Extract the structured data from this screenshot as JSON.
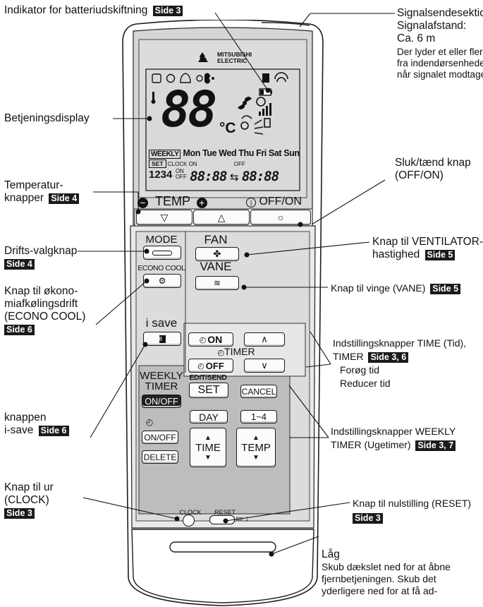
{
  "labels": {
    "battery": {
      "text": "Indikator for batteriudskiftning",
      "ref": "Side 3"
    },
    "signal": {
      "title1": "Signalsendesektion",
      "title2": "Signalafstand:",
      "title3": "Ca. 6 m",
      "note1": "Der lyder et eller flere bip",
      "note2": "fra indendørsenheden,",
      "note3": "når signalet modtages."
    },
    "display": {
      "text": "Betjeningsdisplay"
    },
    "onoff": {
      "line1": "Sluk/tænd knap",
      "line2": "(OFF/ON)"
    },
    "temp": {
      "line1": "Temperatur-",
      "line2": "knapper",
      "ref": "Side 4"
    },
    "mode": {
      "line1": "Drifts-valgknap",
      "ref": "Side 4"
    },
    "fan": {
      "line1": "Knap til VENTILATOR-",
      "line2": "hastighed",
      "ref": "Side 5"
    },
    "vane": {
      "text": "Knap til vinge (VANE)",
      "ref": "Side 5"
    },
    "econo": {
      "line1": "Knap til økono-",
      "line2": "miafkølingsdrift",
      "line3": "(ECONO COOL)",
      "ref": "Side 6"
    },
    "timer": {
      "line1": "Indstillingsknapper TIME (Tid),",
      "line2": "TIMER",
      "ref": "Side 3, 6",
      "up": "Forøg tid",
      "down": "Reducer tid"
    },
    "isave": {
      "line1": "knappen",
      "line2": "i-save",
      "ref": "Side 6"
    },
    "weekly": {
      "line1": "Indstillingsknapper WEEKLY",
      "line2": "TIMER (Ugetimer)",
      "ref": "Side 3, 7"
    },
    "clock": {
      "line1": "Knap til ur",
      "line2": "(CLOCK)",
      "ref": "Side 3"
    },
    "reset": {
      "line1": "Knap til nulstilling (RESET)",
      "ref": "Side 3"
    },
    "lid": {
      "title": "Låg",
      "line1": "Skub dækslet ned for at åbne",
      "line2": "fjernbetjeningen. Skub det",
      "line3": "yderligere ned for at få ad-"
    }
  },
  "remote": {
    "brand1": "MITSUBISHI",
    "brand2": "ELECTRIC",
    "temp_digits": "88",
    "temp_unit": "°C",
    "weekly_tag": "WEEKLY",
    "days": "Mon Tue Wed Thu Fri Sat Sun",
    "set_tag": "SET",
    "clock_on": "CLOCK",
    "on_small": "ON",
    "off_small": "OFF",
    "prog_nums": "1234",
    "time1": "88:88",
    "arrow": "⇆",
    "time2": "88:88",
    "temp_label": "TEMP",
    "onoff_label": "OFF/ON",
    "mode_label": "MODE",
    "fan_label": "FAN",
    "vane_label": "VANE",
    "econo_label": "ECONO COOL",
    "isave_label": "i save",
    "on_btn": "ON",
    "timer_label": "TIMER",
    "off_btn": "OFF",
    "weekly_label1": "WEEKLY",
    "weekly_label2": "TIMER",
    "weekly_onoff": "ON/OFF",
    "edit_send": "EDIT/SEND",
    "set_btn": "SET",
    "cancel_btn": "CANCEL",
    "day_btn": "DAY",
    "range_btn": "1~4",
    "onoff_btn": "ON/OFF",
    "delete_btn": "DELETE",
    "time_btn": "TIME",
    "temp_btn": "TEMP",
    "clock_label": "CLOCK",
    "reset_label": "RESET"
  }
}
